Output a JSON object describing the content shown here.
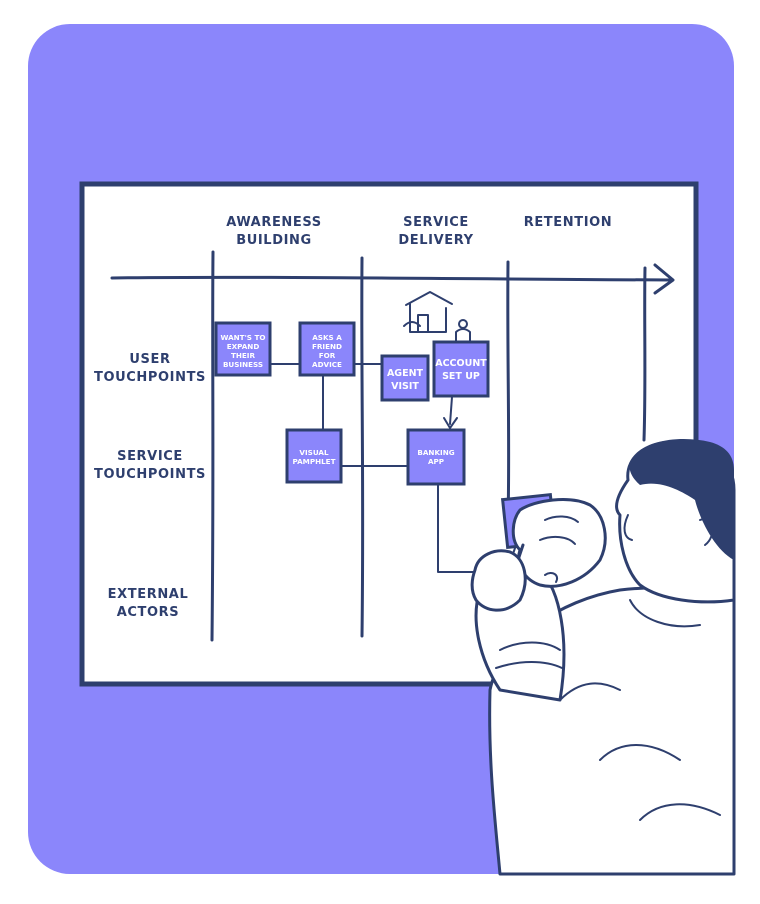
{
  "colors": {
    "background": "#8b86fb",
    "ink": "#2e3f6e",
    "board": "#ffffff",
    "sticky_note": "#8b86fb"
  },
  "board": {
    "columns": [
      {
        "line1": "AWARENESS",
        "line2": "BUILDING"
      },
      {
        "line1": "SERVICE",
        "line2": "DELIVERY"
      },
      {
        "line1": "RETENTION",
        "line2": ""
      }
    ],
    "rows": [
      {
        "line1": "USER",
        "line2": "TOUCHPOINTS"
      },
      {
        "line1": "SERVICE",
        "line2": "TOUCHPOINTS"
      },
      {
        "line1": "EXTERNAL",
        "line2": "ACTORS"
      }
    ],
    "notes": {
      "wants_to_expand": [
        "WANT'S TO",
        "EXPAND",
        "THEIR",
        "BUSINESS"
      ],
      "asks_friend": [
        "ASKS A",
        "FRIEND",
        "FOR",
        "ADVICE"
      ],
      "agent_visit": [
        "AGENT",
        "VISIT"
      ],
      "account_setup": [
        "ACCOUNT",
        "SET UP"
      ],
      "visual_pamphlet": [
        "VISUAL",
        "PAMPHLET"
      ],
      "banking_app": [
        "BANKING",
        "APP"
      ]
    }
  },
  "icons": [
    "house-icon",
    "person-icon"
  ],
  "figure": "person-holding-sticky-note"
}
